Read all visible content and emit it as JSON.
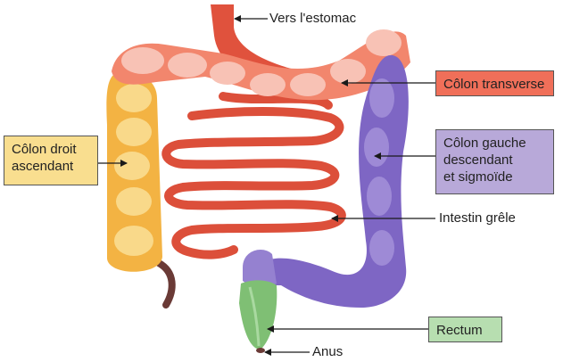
{
  "labels": {
    "estomac": "Vers l'estomac",
    "transverse": "Côlon transverse",
    "droit": [
      "Côlon droit",
      "ascendant"
    ],
    "gauche": [
      "Côlon gauche",
      "descendant",
      "et sigmoïde"
    ],
    "grele": "Intestin grêle",
    "rectum": "Rectum",
    "anus": "Anus"
  },
  "colors": {
    "transverse_box": "#f06f59",
    "droit_box": "#f9de8f",
    "gauche_box": "#b8a9d9",
    "rectum_box": "#b7deb0",
    "small_intestine": "#e0523d",
    "ascending_colon": "#f3b343",
    "transverse_colon": "#f3937c",
    "descending_colon": "#7e66c4",
    "rectum": "#7fbf74"
  }
}
